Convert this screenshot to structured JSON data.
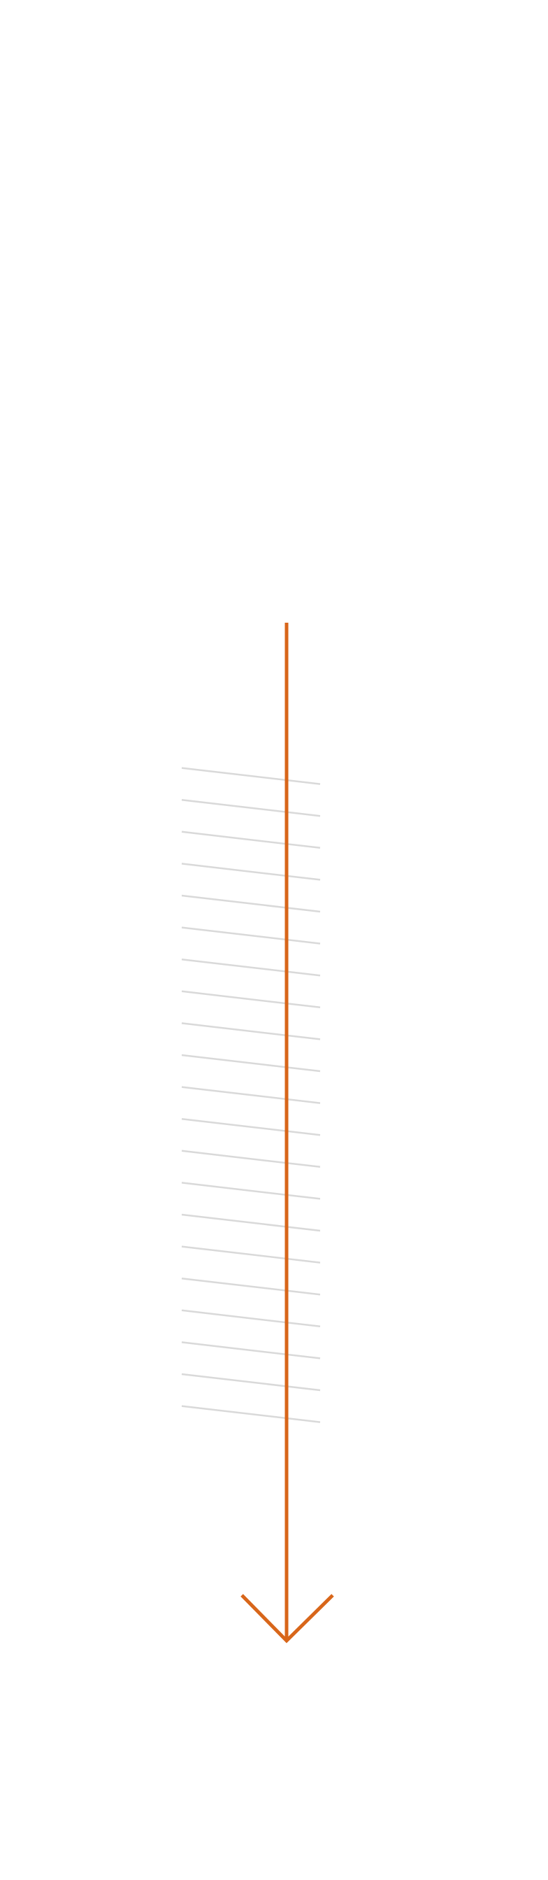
{
  "diagram": {
    "kind": "arrow-through-hatched-band",
    "arrow": {
      "direction": "down",
      "color": "#D8661A"
    },
    "band": {
      "pattern": "diagonal-hatch",
      "hatch_color": "#D9D9D9"
    }
  }
}
